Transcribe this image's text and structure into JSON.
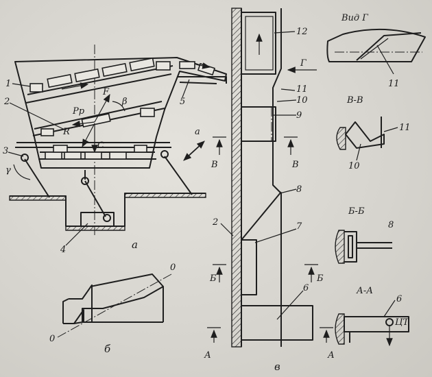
{
  "labels": {
    "l1": "1",
    "l2": "2",
    "l3": "3",
    "l4": "4",
    "l5": "5",
    "lF": "F",
    "lB": "β",
    "lPr": "Pр",
    "lR": "R",
    "lC": "C",
    "la": "a",
    "lg": "γ",
    "fig_a": "а",
    "fig_b": "б",
    "fig_v": "в",
    "o_top": "0",
    "o_bot": "0",
    "c12": "12",
    "c11a": "11",
    "c10": "10",
    "c9": "9",
    "c8": "8",
    "c7": "7",
    "c6": "6",
    "c2": "2",
    "g_arrow": "Г",
    "cut_B_left": "В",
    "cut_B_right": "В",
    "cut_Bb_left": "Б",
    "cut_Bb_right": "Б",
    "cut_A_left": "А",
    "cut_A_right": "А",
    "view_g": "Вид Г",
    "view_g_11": "11",
    "sec_vv": "В-В",
    "sec_vv_11": "11",
    "sec_vv_10": "10",
    "sec_bb": "Б-Б",
    "sec_bb_8": "8",
    "sec_aa": "А-А",
    "sec_aa_6": "6",
    "sec_aa_ct": "ЦТ"
  }
}
